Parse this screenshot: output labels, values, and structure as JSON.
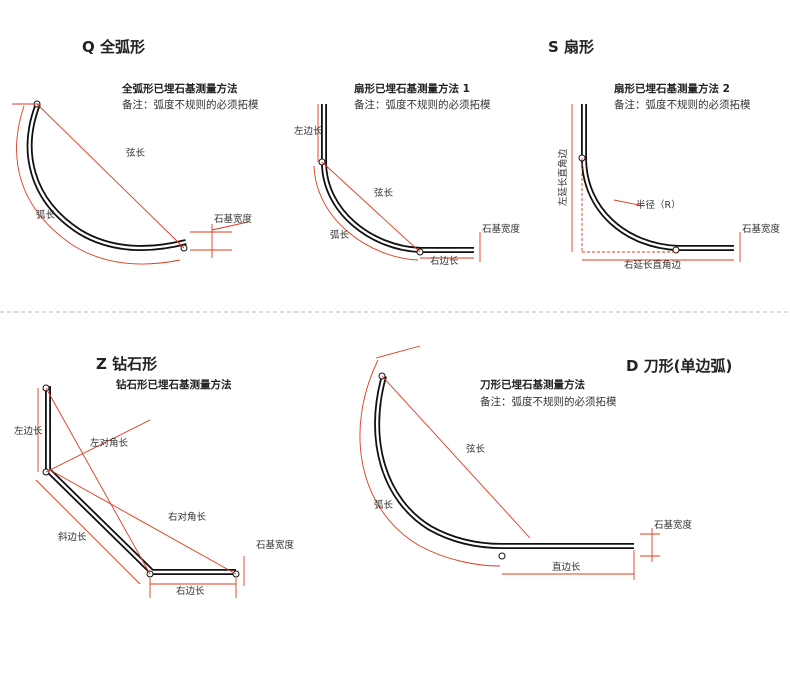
{
  "common": {
    "note": "备注：弧度不规则的必须拓模",
    "width_label": "石基宽度",
    "chord_label": "弦长",
    "arc_label": "弧长",
    "left_side_label": "左边长",
    "right_side_label": "右边长"
  },
  "sections": {
    "q": {
      "title": "Q 全弧形",
      "heading": "全弧形已埋石基测量方法"
    },
    "s1": {
      "title": "S 扇形",
      "heading": "扇形已埋石基测量方法 1"
    },
    "s2": {
      "heading": "扇形已埋石基测量方法 2",
      "left_ext_label": "左延长直角边",
      "right_ext_label": "右延长直角边",
      "radius_label": "半径（R）"
    },
    "z": {
      "title": "Z 钻石形",
      "heading": "钻石形已埋石基测量方法",
      "left_diag_label": "左对角长",
      "right_diag_label": "右对角长",
      "slant_label": "斜边长"
    },
    "d": {
      "title": "D 刀形(单边弧)",
      "heading": "刀形已埋石基测量方法",
      "straight_label": "直边长"
    }
  }
}
